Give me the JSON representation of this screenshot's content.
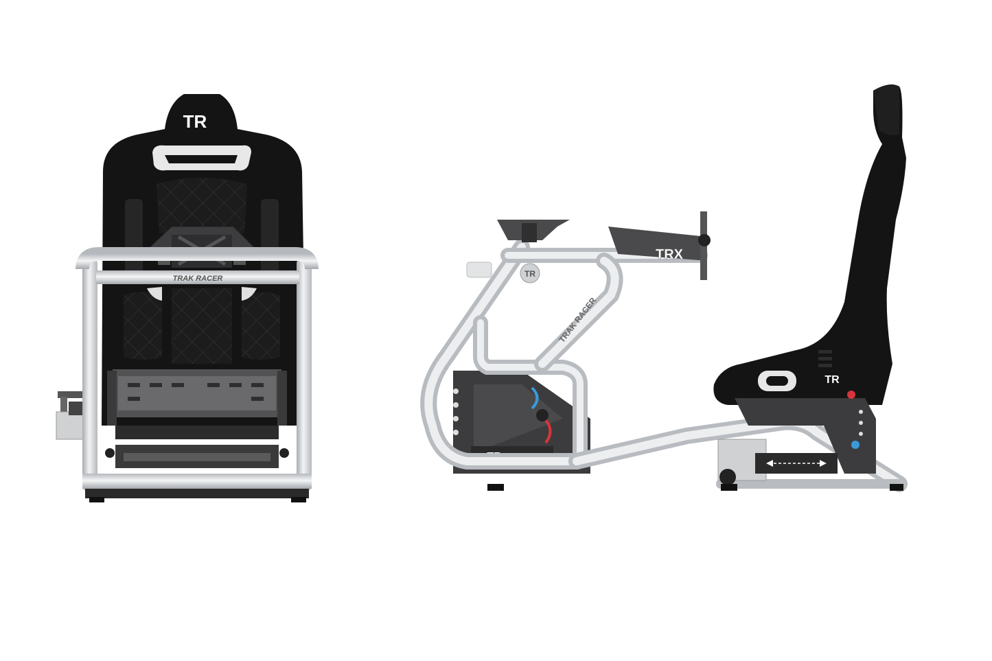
{
  "logos": {
    "headrest_mark": "TR",
    "crossbar_brand": "TRAK RACER",
    "side_brand": "TRAK RACER",
    "model_mark": "TRX",
    "seat_side_mark": "TR",
    "plate_mark": "TR",
    "round_badge": "TR"
  },
  "colors": {
    "background": "#ffffff",
    "frame_silver": "#d9dbdd",
    "frame_shadow": "#a9adb1",
    "seat_black": "#141414",
    "seat_panel": "#1f1f1f",
    "plate_dark": "#3c3c3e",
    "accent_red": "#d8343c",
    "accent_blue": "#3a9ad9"
  }
}
